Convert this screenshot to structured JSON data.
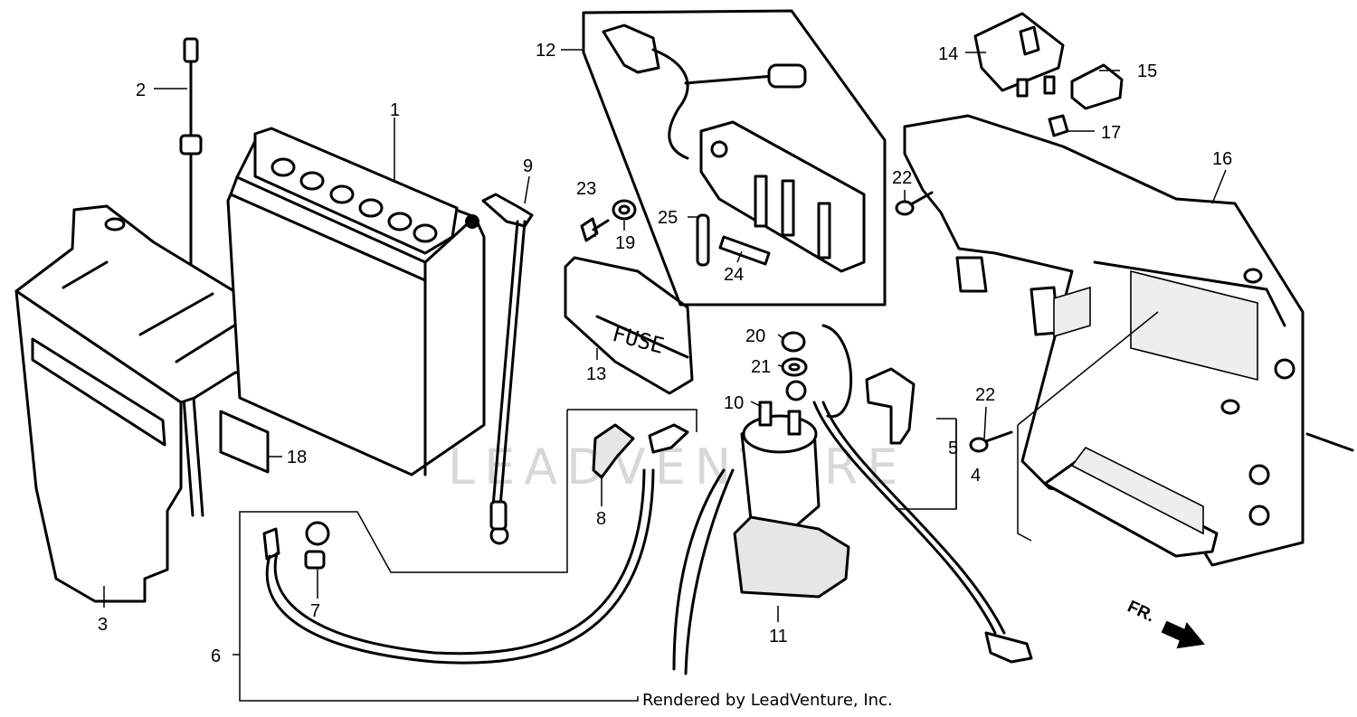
{
  "watermark": "LEADVENTURE",
  "credit": "Rendered by LeadVenture, Inc.",
  "fuse_box_label": "FUSE",
  "direction_label": "FR.",
  "callouts": {
    "c1": "1",
    "c2": "2",
    "c3": "3",
    "c4": "4",
    "c5": "5",
    "c6": "6",
    "c7": "7",
    "c8": "8",
    "c9": "9",
    "c10": "10",
    "c11": "11",
    "c12": "12",
    "c13": "13",
    "c14": "14",
    "c15": "15",
    "c16": "16",
    "c17": "17",
    "c18": "18",
    "c19": "19",
    "c20": "20",
    "c21": "21",
    "c22a": "22",
    "c22b": "22",
    "c23": "23",
    "c24": "24",
    "c25": "25"
  }
}
